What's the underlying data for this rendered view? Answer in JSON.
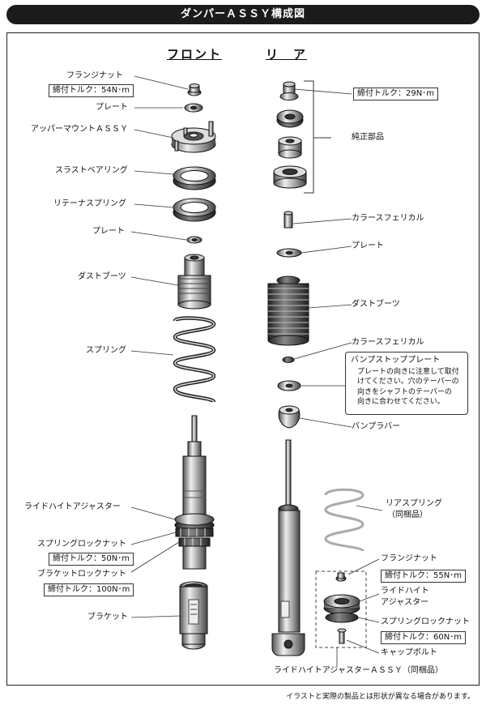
{
  "title": "ダンパーＡＳＳＹ構成図",
  "front": {
    "header": "フロント",
    "labels": {
      "flange_nut": "フランジナット",
      "torque1": "締付トルク：54N･m",
      "plate1": "プレート",
      "upper_mount": "アッパーマウントＡＳＳＹ",
      "thrust_bearing": "スラストベアリング",
      "retainer_spring": "リテーナスプリング",
      "plate2": "プレート",
      "dust_boot": "ダストブーツ",
      "spring": "スプリング",
      "ride_height": "ライドハイトアジャスター",
      "spring_lock_nut": "スプリングロックナット",
      "torque2": "締付トルク：50N･m",
      "bracket_lock_nut": "ブラケットロックナット",
      "torque3": "締付トルク：100N･m",
      "bracket": "ブラケット"
    }
  },
  "rear": {
    "header": "リ　ア",
    "labels": {
      "torque1": "締付トルク：29N･m",
      "genuine": "純正部品",
      "collar1": "カラースフェリカル",
      "plate": "プレート",
      "dust_boot": "ダストブーツ",
      "collar2": "カラースフェリカル",
      "bump_stop_title": "バンプストッププレート",
      "bump_stop_note": [
        "プレートの向きに注意して取付",
        "けてください。穴のテーパーの",
        "向きをシャフトのテーパーの",
        "向きに合わせてください。"
      ],
      "bump_rubber": "バンプラバー",
      "rear_spring": "リアスプリング",
      "rear_spring_sub": "（同梱品）",
      "flange_nut": "フランジナット",
      "torque2": "締付トルク：55N･m",
      "ride_height_1": "ライドハイト",
      "ride_height_2": "アジャスター",
      "spring_lock_nut": "スプリングロックナット",
      "torque3": "締付トルク：60N･m",
      "cap_bolt": "キャップボルト",
      "assy": "ライドハイトアジャスターＡＳＳＹ（同梱品）"
    }
  },
  "footnote": "イラストと実際の製品とは形状が異なる場合があります。"
}
